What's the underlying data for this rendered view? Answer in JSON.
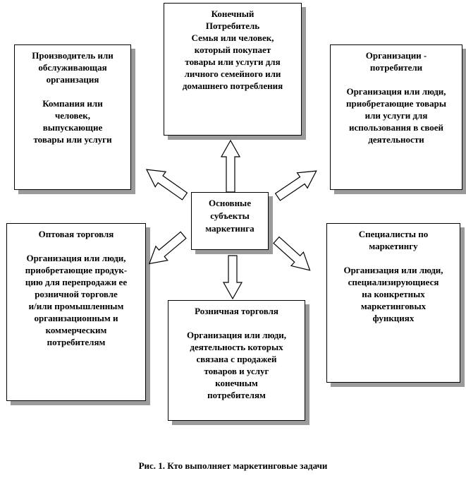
{
  "center": {
    "label": "Основные\nсубъекты\nмаркетинга"
  },
  "boxes": {
    "consumer": {
      "title": "Конечный\nПотребитель",
      "desc": "Семья или человек,\nкоторый покупает\nтовары или услуги для\nличного семейного или\nдомашнего потребления"
    },
    "producer": {
      "title": "Производитель или\nобслуживающая\nорганизация",
      "desc": "Компания или\nчеловек,\nвыпускающие\nтовары или услуги"
    },
    "org_consumers": {
      "title": "Организации -\nпотребители",
      "desc": "Организация или люди,\nприобретающие товары\nили услуги для\nиспользования в своей\nдеятельности"
    },
    "wholesale": {
      "title": "Оптовая торговля",
      "desc": "Организация или люди,\nприобретающие продук-\nцию для перепродажи ее\nрозничной торговле\nи/или промышленным\nорганизационным и\nкоммерческим\nпотребителям"
    },
    "specialists": {
      "title": "Специалисты по\nмаркетингу",
      "desc": "Организация или люди,\nспециализирующиеся\nна конкретных\nмаркетинговых\nфункциях"
    },
    "retail": {
      "title": "Розничная торговля",
      "desc": "Организация или люди,\nдеятельность которых\nсвязана с продажей\nтоваров и услуг\nконечным\nпотребителям"
    }
  },
  "caption": "Рис. 1. Кто выполняет маркетинговые задачи"
}
